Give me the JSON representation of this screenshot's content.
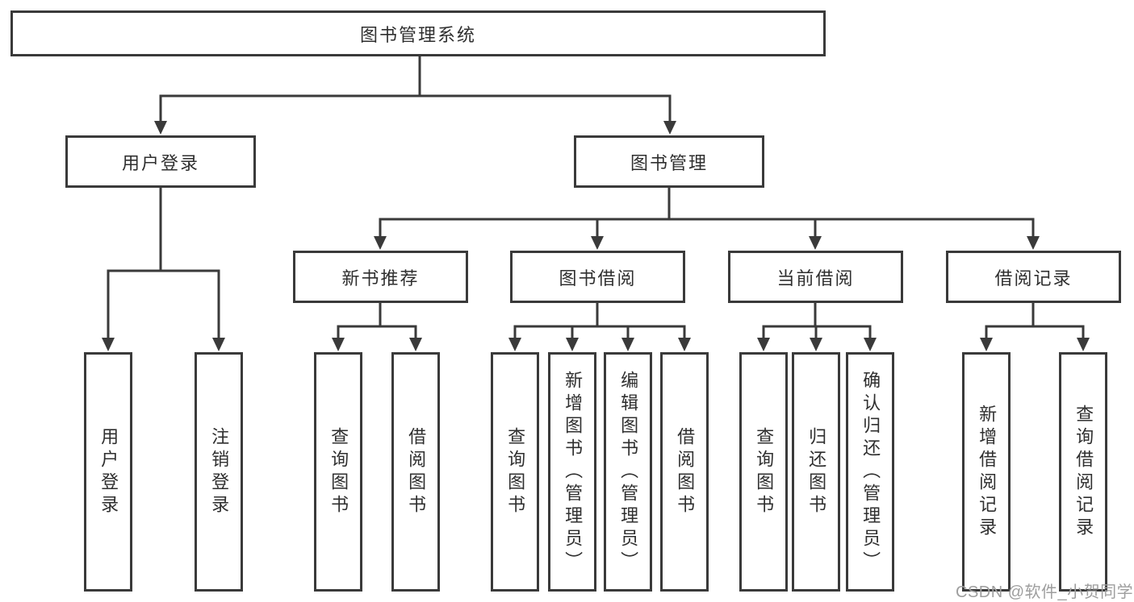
{
  "colors": {
    "line": "#3a3a3a",
    "border": "#3a3a3a",
    "text": "#2f2f2f",
    "watermark": "#9e9e9e",
    "background": "#ffffff"
  },
  "watermark": {
    "text": "CSDN @软件_小贺同学"
  },
  "diagram": {
    "type": "tree",
    "root": {
      "label": "图书管理系统"
    },
    "branches": [
      {
        "label": "用户登录",
        "children": [
          {
            "label": "用户登录"
          },
          {
            "label": "注销登录"
          }
        ]
      },
      {
        "label": "图书管理",
        "children": [
          {
            "label": "新书推荐",
            "children": [
              {
                "label": "查询图书"
              },
              {
                "label": "借阅图书"
              }
            ]
          },
          {
            "label": "图书借阅",
            "children": [
              {
                "label": "查询图书"
              },
              {
                "label": "新增图书（管理员）"
              },
              {
                "label": "编辑图书（管理员）"
              },
              {
                "label": "借阅图书"
              }
            ]
          },
          {
            "label": "当前借阅",
            "children": [
              {
                "label": "查询图书"
              },
              {
                "label": "归还图书"
              },
              {
                "label": "确认归还（管理员）"
              }
            ]
          },
          {
            "label": "借阅记录",
            "children": [
              {
                "label": "新增借阅记录"
              },
              {
                "label": "查询借阅记录"
              }
            ]
          }
        ]
      }
    ]
  }
}
